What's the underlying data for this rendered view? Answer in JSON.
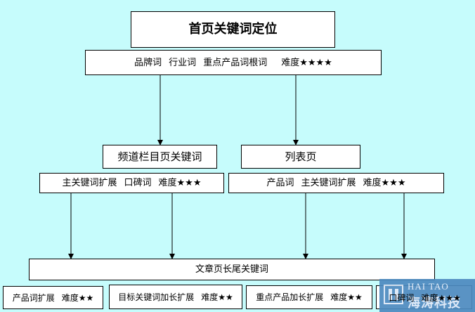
{
  "diagram": {
    "title": "首页关键词定位",
    "home_keywords": {
      "kw1": "品牌词",
      "kw2": "行业词",
      "kw3": "重点产品词根词",
      "difficulty": "难度★★★★"
    },
    "channel_page": {
      "title": "频道栏目页关键词",
      "kw1": "主关键词扩展",
      "kw2": "口碑词",
      "difficulty": "难度★★★"
    },
    "list_page": {
      "title": "列表页",
      "kw1": "产品词",
      "kw2": "主关键词扩展",
      "difficulty": "难度★★★"
    },
    "article_page": {
      "title": "文章页长尾关键词"
    },
    "bottom_items": [
      {
        "name": "产品词扩展",
        "difficulty": "难度★★"
      },
      {
        "name": "目标关键词加长扩展",
        "difficulty": "难度★★"
      },
      {
        "name": "重点产品加长扩展",
        "difficulty": "难度★★"
      },
      {
        "name": "口碑词",
        "difficulty": "难度★★★"
      }
    ]
  },
  "watermark": {
    "english": "HAI TAO",
    "chinese": "海涛科技"
  },
  "colors": {
    "background": "#c6fcfc",
    "box": "#ffffff",
    "border": "#000000",
    "watermark": "#4d8ac0"
  }
}
